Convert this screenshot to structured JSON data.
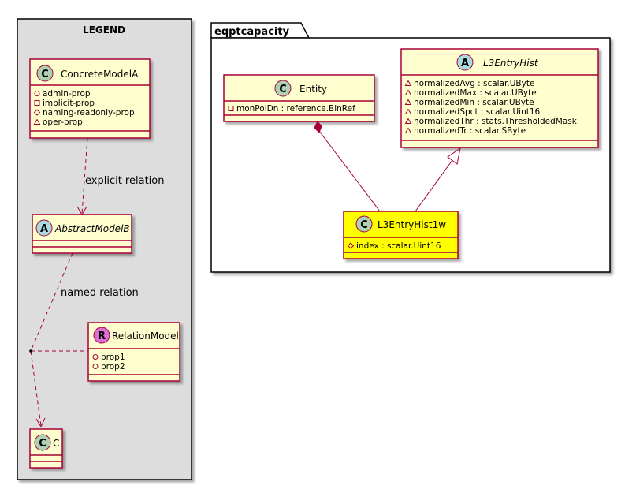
{
  "legend": {
    "title": "LEGEND",
    "concrete": {
      "stereo": "C",
      "name": "ConcreteModelA",
      "attributes": [
        {
          "vis": "+",
          "text": "admin-prop"
        },
        {
          "vis": "-",
          "text": "implicit-prop"
        },
        {
          "vis": "#",
          "text": "naming-readonly-prop"
        },
        {
          "vis": "~",
          "text": "oper-prop"
        }
      ]
    },
    "abstract": {
      "stereo": "A",
      "name": "AbstractModelB"
    },
    "relation_model": {
      "stereo": "R",
      "name": "RelationModel",
      "attributes": [
        {
          "vis": "+",
          "text": "prop1"
        },
        {
          "vis": "+",
          "text": "prop2"
        }
      ]
    },
    "c_class": {
      "stereo": "C",
      "name": "C"
    },
    "explicit_label": "explicit relation",
    "named_label": "named relation"
  },
  "package": {
    "name": "eqptcapacity",
    "entity": {
      "stereo": "C",
      "name": "Entity",
      "attributes": [
        {
          "vis": "-",
          "text": "monPolDn : reference.BinRef"
        }
      ]
    },
    "l3hist": {
      "stereo": "A",
      "name": "L3EntryHist",
      "attributes": [
        {
          "vis": "~",
          "text": "normalizedAvg : scalar.UByte"
        },
        {
          "vis": "~",
          "text": "normalizedMax : scalar.UByte"
        },
        {
          "vis": "~",
          "text": "normalizedMin : scalar.UByte"
        },
        {
          "vis": "~",
          "text": "normalizedSpct : scalar.Uint16"
        },
        {
          "vis": "~",
          "text": "normalizedThr : stats.ThresholdedMask"
        },
        {
          "vis": "~",
          "text": "normalizedTr : scalar.SByte"
        }
      ]
    },
    "l3hist1w": {
      "stereo": "C",
      "name": "L3EntryHist1w",
      "attributes": [
        {
          "vis": "#",
          "text": "index : scalar.Uint16"
        }
      ]
    }
  },
  "colors": {
    "border": "#a80036",
    "class_fill": "#fefece",
    "highlight_fill": "#ffff00",
    "legend_bg": "#dddddd",
    "circle_c": "#add1b2",
    "circle_a": "#a9dcdf",
    "circle_r": "#da70d6"
  }
}
